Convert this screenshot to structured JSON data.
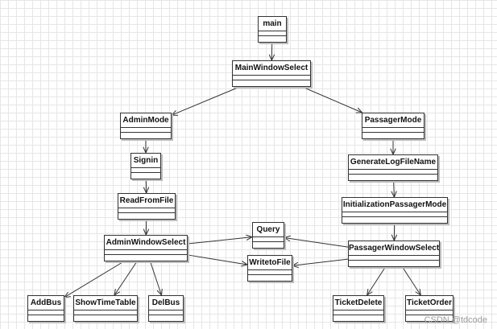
{
  "diagram": {
    "nodes": [
      {
        "id": "main",
        "label": "main"
      },
      {
        "id": "mainwindowselect",
        "label": "MainWindowSelect"
      },
      {
        "id": "adminmode",
        "label": "AdminMode"
      },
      {
        "id": "passagermode",
        "label": "PassagerMode"
      },
      {
        "id": "signin",
        "label": "Signin"
      },
      {
        "id": "generatelogfilename",
        "label": "GenerateLogFileName"
      },
      {
        "id": "readfromfile",
        "label": "ReadFromFile"
      },
      {
        "id": "initializationpassagermode",
        "label": "InitializationPassagerMode"
      },
      {
        "id": "adminwindowselect",
        "label": "AdminWindowSelect"
      },
      {
        "id": "query",
        "label": "Query"
      },
      {
        "id": "writetofile",
        "label": "WritetoFile"
      },
      {
        "id": "passagerwindowselect",
        "label": "PassagerWindowSelect"
      },
      {
        "id": "addbus",
        "label": "AddBus"
      },
      {
        "id": "showtimetable",
        "label": "ShowTimeTable"
      },
      {
        "id": "delbus",
        "label": "DelBus"
      },
      {
        "id": "ticketdelete",
        "label": "TicketDelete"
      },
      {
        "id": "ticketorder",
        "label": "TicketOrder"
      }
    ],
    "edges": [
      {
        "from": "main",
        "to": "mainwindowselect"
      },
      {
        "from": "mainwindowselect",
        "to": "adminmode"
      },
      {
        "from": "mainwindowselect",
        "to": "passagermode"
      },
      {
        "from": "adminmode",
        "to": "signin"
      },
      {
        "from": "signin",
        "to": "readfromfile"
      },
      {
        "from": "readfromfile",
        "to": "adminwindowselect"
      },
      {
        "from": "adminwindowselect",
        "to": "query"
      },
      {
        "from": "adminwindowselect",
        "to": "writetofile"
      },
      {
        "from": "adminwindowselect",
        "to": "addbus"
      },
      {
        "from": "adminwindowselect",
        "to": "showtimetable"
      },
      {
        "from": "adminwindowselect",
        "to": "delbus"
      },
      {
        "from": "passagermode",
        "to": "generatelogfilename"
      },
      {
        "from": "generatelogfilename",
        "to": "initializationpassagermode"
      },
      {
        "from": "initializationpassagermode",
        "to": "passagerwindowselect"
      },
      {
        "from": "passagerwindowselect",
        "to": "query"
      },
      {
        "from": "passagerwindowselect",
        "to": "writetofile"
      },
      {
        "from": "passagerwindowselect",
        "to": "ticketdelete"
      },
      {
        "from": "passagerwindowselect",
        "to": "ticketorder"
      }
    ]
  },
  "watermark": "CSDN @tdcode",
  "colors": {
    "line": "#333333",
    "box_border": "#333333",
    "grid": "#e6e6e6"
  }
}
